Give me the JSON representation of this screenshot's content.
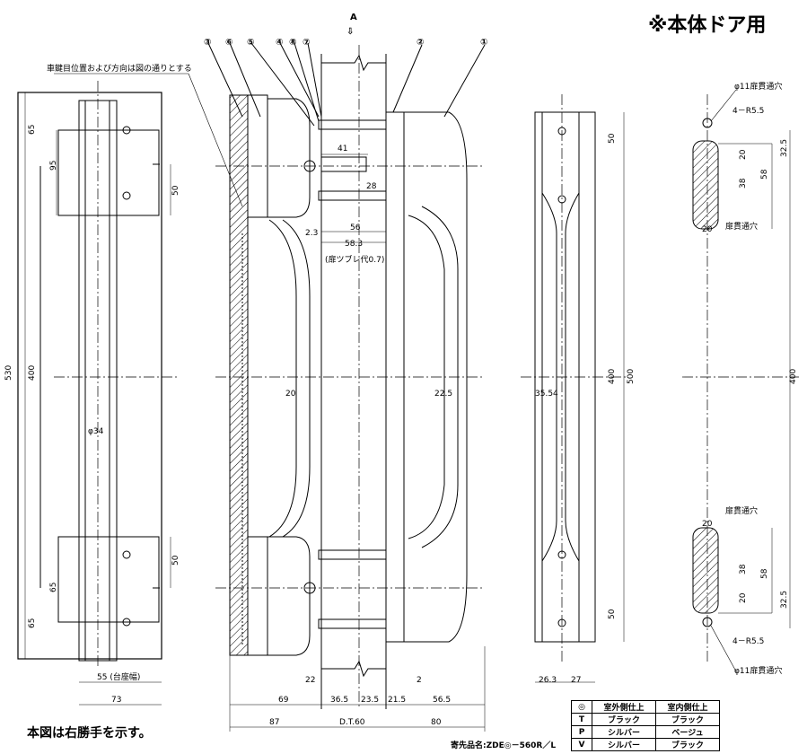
{
  "title": "※本体ドア用",
  "note": "本図は右勝手を示す。",
  "model": "寄先品名:ZDE◎－560R／L",
  "view_label": "A",
  "view_arrow": "⇩",
  "callouts": [
    "③",
    "⑥",
    "⑤",
    "④",
    "⑧",
    "⑦",
    "②",
    "①"
  ],
  "notes": {
    "wood_grain": "車鍵目位置および方向は図の通りとする",
    "door_play": "(扉ツブレ代0.7)",
    "bolt_hole_top": "φ11扉貫通穴",
    "bolt_hole_bottom": "φ11扉貫通穴",
    "through_top": "扉貫通穴",
    "through_bottom": "扉貫通穴",
    "radius_top": "4－R5.5",
    "radius_bottom": "4－R5.5"
  },
  "dimensions": {
    "left_view": {
      "d530": "530",
      "d400": "400",
      "d65_top": "65",
      "d95": "95",
      "d50_top": "50",
      "phi34": "φ34",
      "d65_mid": "65",
      "d65_bot": "65",
      "d50_bot": "50",
      "d55": "55 (台座幅)",
      "d73": "73"
    },
    "section": {
      "d41": "41",
      "d28": "28",
      "d2_3": "2.3",
      "d56": "56",
      "d58_3": "58.3",
      "d20": "20",
      "d22_5": "22.5",
      "d22": "22",
      "d2": "2",
      "d69": "69",
      "d36_5": "36.5",
      "d23_5": "23.5",
      "d21_5": "21.5",
      "d56_5": "56.5",
      "d87": "87",
      "dt60": "D.T.60",
      "d80": "80"
    },
    "side_view": {
      "d50_top": "50",
      "d500": "500",
      "r": "35.54",
      "d50_bot": "50",
      "d26_3": "26.3",
      "d27": "27"
    },
    "right_view": {
      "d32_5_top": "32.5",
      "d20_top": "20",
      "d38_top": "38",
      "d58_top": "58",
      "d20_top2": "20",
      "d400": "400",
      "d20_bot": "20",
      "d38_bot": "38",
      "d58_bot": "58",
      "d20_bot2": "20",
      "d32_5_bot": "32.5"
    }
  },
  "spec_table": {
    "headers": [
      "◎",
      "室外側仕上",
      "室内側仕上"
    ],
    "rows": [
      [
        "T",
        "ブラック",
        "ブラック"
      ],
      [
        "P",
        "シルバー",
        "ベージュ"
      ],
      [
        "V",
        "シルバー",
        "ブラック"
      ]
    ]
  }
}
